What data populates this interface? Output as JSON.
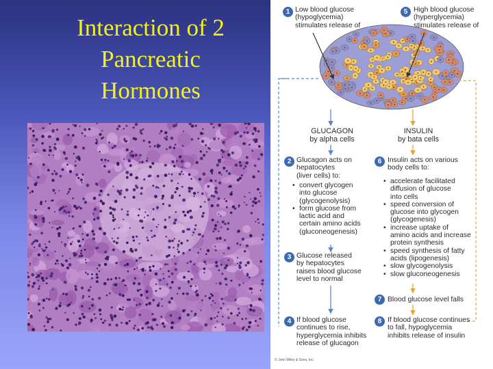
{
  "title_lines": [
    "Interaction of 2",
    "Pancreatic",
    "Hormones"
  ],
  "colors": {
    "title": "#f4f21e",
    "badge": "#3c6ab0",
    "glucagon_arrow": "#5b86c9",
    "insulin_arrow": "#e8a33a"
  },
  "diagram": {
    "step1": {
      "num": "1",
      "lines": [
        "Low blood glucose",
        "(hypoglycemia)",
        "stimulates release of"
      ]
    },
    "step5": {
      "num": "5",
      "lines": [
        "High blood glucose",
        "(hyperglycemia)",
        "stimulates release of"
      ]
    },
    "glucagon_label": [
      "GLUCAGON",
      "by alpha cells"
    ],
    "insulin_label": [
      "INSULIN",
      "by bata cells"
    ],
    "step2": {
      "num": "2",
      "lines": [
        "Glucagon acts on",
        "hepatocytes",
        "(liver cells) to:"
      ],
      "bullets": [
        [
          "convert glycogen",
          "into glucose",
          "(glycogenolysis)"
        ],
        [
          "form glucose from",
          "lactic acid and",
          "certain amino acids",
          "(gluconeogenesis)"
        ]
      ]
    },
    "step6": {
      "num": "6",
      "lines": [
        "Insulin acts on various",
        "body cells to:"
      ],
      "bullets": [
        [
          "accelerate facilitated",
          "diffusion of glucose",
          "into cells"
        ],
        [
          "speed conversion of",
          "glucose into glycogen",
          "(glycogenesis)"
        ],
        [
          "increase uptake of",
          "amino acids and increase",
          "protein synthesis"
        ],
        [
          "speed synthesis of fatty",
          "acids (lipogenesis)"
        ],
        [
          "slow glycogenolysis"
        ],
        [
          "slow gluconeogenesis"
        ]
      ]
    },
    "step3": {
      "num": "3",
      "lines": [
        "Glucose released",
        "by hepatocytes",
        "raises blood glucose",
        "level to normal"
      ]
    },
    "step7": {
      "num": "7",
      "text": "Blood glucose level falls"
    },
    "step4": {
      "num": "4",
      "lines": [
        "If blood glucose",
        "continues to rise,",
        "hyperglycemia inhibits",
        "release of glucagon"
      ]
    },
    "step8": {
      "num": "8",
      "lines": [
        "If blood glucose continues",
        "to fall, hypoglycemia",
        "inhibits release of insulin"
      ]
    },
    "copyright": "© John Wiley & Sons, Inc."
  }
}
